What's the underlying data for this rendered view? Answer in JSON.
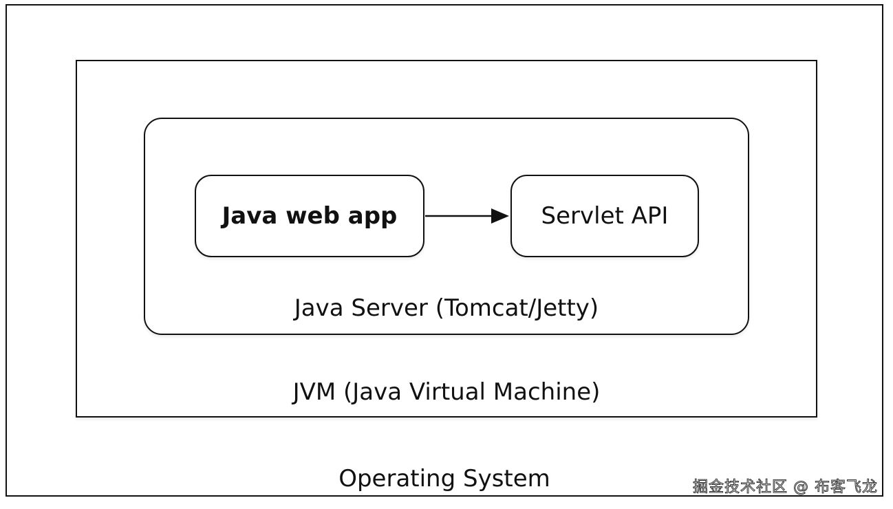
{
  "diagram": {
    "layers": {
      "os_label": "Operating System",
      "jvm_label": "JVM (Java Virtual Machine)",
      "server_label": "Java Server (Tomcat/Jetty)"
    },
    "nodes": {
      "webapp_label": "Java web app",
      "servlet_label": "Servlet API"
    },
    "edges": [
      {
        "from": "Java web app",
        "to": "Servlet API"
      }
    ]
  },
  "watermark": "掘金技术社区 @ 布客飞龙",
  "colors": {
    "stroke": "#111111",
    "background": "#ffffff"
  }
}
